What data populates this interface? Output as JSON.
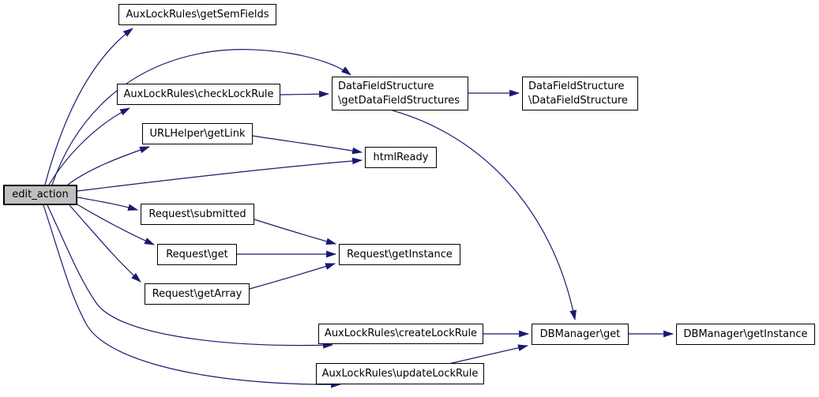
{
  "diagram": {
    "kind": "call-graph",
    "colors": {
      "background": "#ffffff",
      "edge": "#191970",
      "node_border": "#000000",
      "node_fill": "#ffffff",
      "highlight_node_fill": "#bfbfbf"
    },
    "nodes": {
      "edit_action": {
        "label": "edit_action",
        "highlighted": true
      },
      "get_sem_fields": {
        "label": "AuxLockRules\\getSemFields"
      },
      "check_lock_rule": {
        "label": "AuxLockRules\\checkLockRule"
      },
      "get_data_field_structures": {
        "line1": "DataFieldStructure",
        "line2": "\\getDataFieldStructures"
      },
      "data_field_structure_ctor": {
        "line1": "DataFieldStructure",
        "line2": "\\DataFieldStructure"
      },
      "get_link": {
        "label": "URLHelper\\getLink"
      },
      "html_ready": {
        "label": "htmlReady"
      },
      "request_submitted": {
        "label": "Request\\submitted"
      },
      "request_get": {
        "label": "Request\\get"
      },
      "request_get_instance": {
        "label": "Request\\getInstance"
      },
      "request_get_array": {
        "label": "Request\\getArray"
      },
      "create_lock_rule": {
        "label": "AuxLockRules\\createLockRule"
      },
      "update_lock_rule": {
        "label": "AuxLockRules\\updateLockRule"
      },
      "db_get": {
        "label": "DBManager\\get"
      },
      "db_get_instance": {
        "label": "DBManager\\getInstance"
      }
    },
    "edges": [
      {
        "from": "edit_action",
        "to": "get_sem_fields"
      },
      {
        "from": "edit_action",
        "to": "check_lock_rule"
      },
      {
        "from": "edit_action",
        "to": "get_data_field_structures"
      },
      {
        "from": "edit_action",
        "to": "get_link"
      },
      {
        "from": "edit_action",
        "to": "html_ready"
      },
      {
        "from": "edit_action",
        "to": "request_submitted"
      },
      {
        "from": "edit_action",
        "to": "request_get"
      },
      {
        "from": "edit_action",
        "to": "request_get_array"
      },
      {
        "from": "edit_action",
        "to": "create_lock_rule"
      },
      {
        "from": "edit_action",
        "to": "update_lock_rule"
      },
      {
        "from": "get_link",
        "to": "html_ready"
      },
      {
        "from": "check_lock_rule",
        "to": "get_data_field_structures"
      },
      {
        "from": "get_data_field_structures",
        "to": "data_field_structure_ctor"
      },
      {
        "from": "get_data_field_structures",
        "to": "db_get"
      },
      {
        "from": "request_submitted",
        "to": "request_get_instance"
      },
      {
        "from": "request_get",
        "to": "request_get_instance"
      },
      {
        "from": "request_get_array",
        "to": "request_get_instance"
      },
      {
        "from": "create_lock_rule",
        "to": "db_get"
      },
      {
        "from": "update_lock_rule",
        "to": "db_get"
      },
      {
        "from": "db_get",
        "to": "db_get_instance"
      }
    ]
  }
}
